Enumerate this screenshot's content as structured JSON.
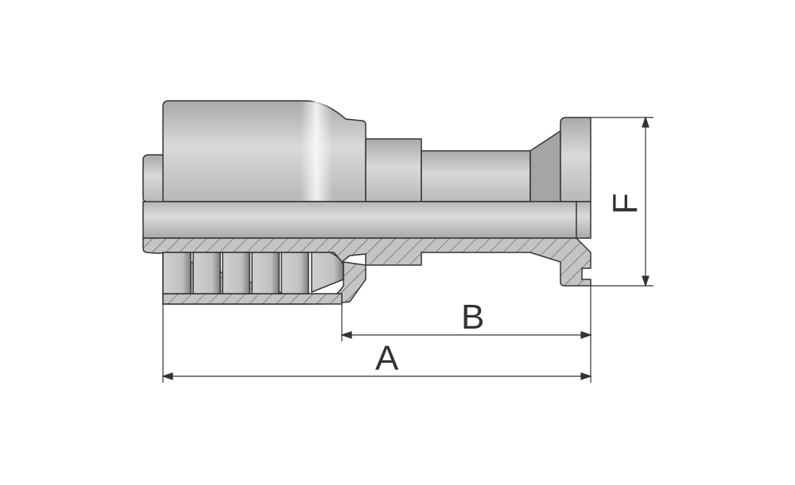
{
  "dimensions": {
    "a_label": "A",
    "b_label": "B",
    "f_label": "F"
  },
  "colors": {
    "outline": "#333333",
    "metal_light": "#e6e6e6",
    "metal_dark": "#9a9a9a",
    "section": "#bdbdbd"
  }
}
